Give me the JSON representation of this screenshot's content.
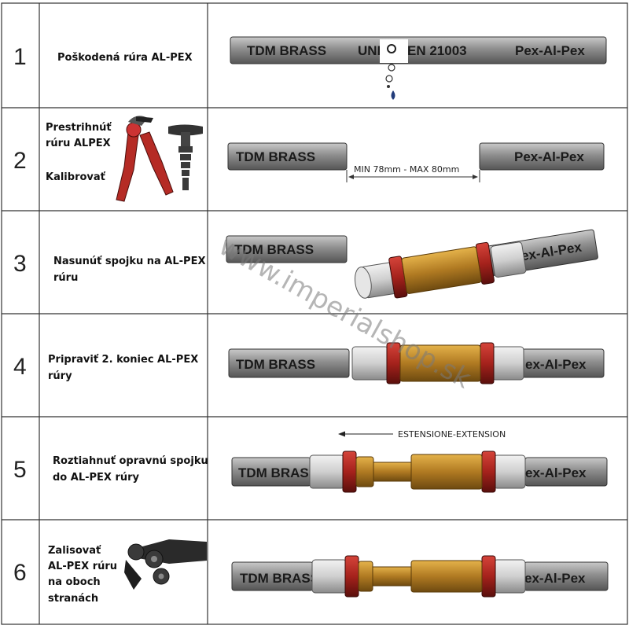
{
  "steps": [
    {
      "number": "1",
      "text": [
        "Poškodená rúra AL-PEX"
      ]
    },
    {
      "number": "2",
      "text": [
        "Prestrihnúť",
        "rúru ALPEX",
        "Kalibrovať"
      ]
    },
    {
      "number": "3",
      "text": [
        "Nasunúť spojku na AL-PEX",
        "rúru"
      ]
    },
    {
      "number": "4",
      "text": [
        "Pripraviť 2. koniec AL-PEX",
        "rúry"
      ]
    },
    {
      "number": "5",
      "text": [
        "Roztiahnuť opravnú spojku",
        "do AL-PEX rúry"
      ]
    },
    {
      "number": "6",
      "text": [
        "Zalisovať",
        "AL-PEX rúru",
        "na oboch",
        "stranách"
      ]
    }
  ],
  "pipe_labels": {
    "brand": "TDM BRASS",
    "uni": "UNI",
    "standard": "EN 21003",
    "type": "Pex-Al-Pex",
    "brand_short": "TDM BRASS",
    "type_short": "ex-Al-Pex"
  },
  "gap_label": "MIN 78mm  -  MAX 80mm",
  "extension_label": "ESTENSIONE-EXTENSION",
  "watermark": "www.imperialshop.sk",
  "colors": {
    "pipe": "#8f8f8f",
    "brass": "#c08a2a",
    "ring": "#b52b25",
    "grid": "#333333"
  }
}
